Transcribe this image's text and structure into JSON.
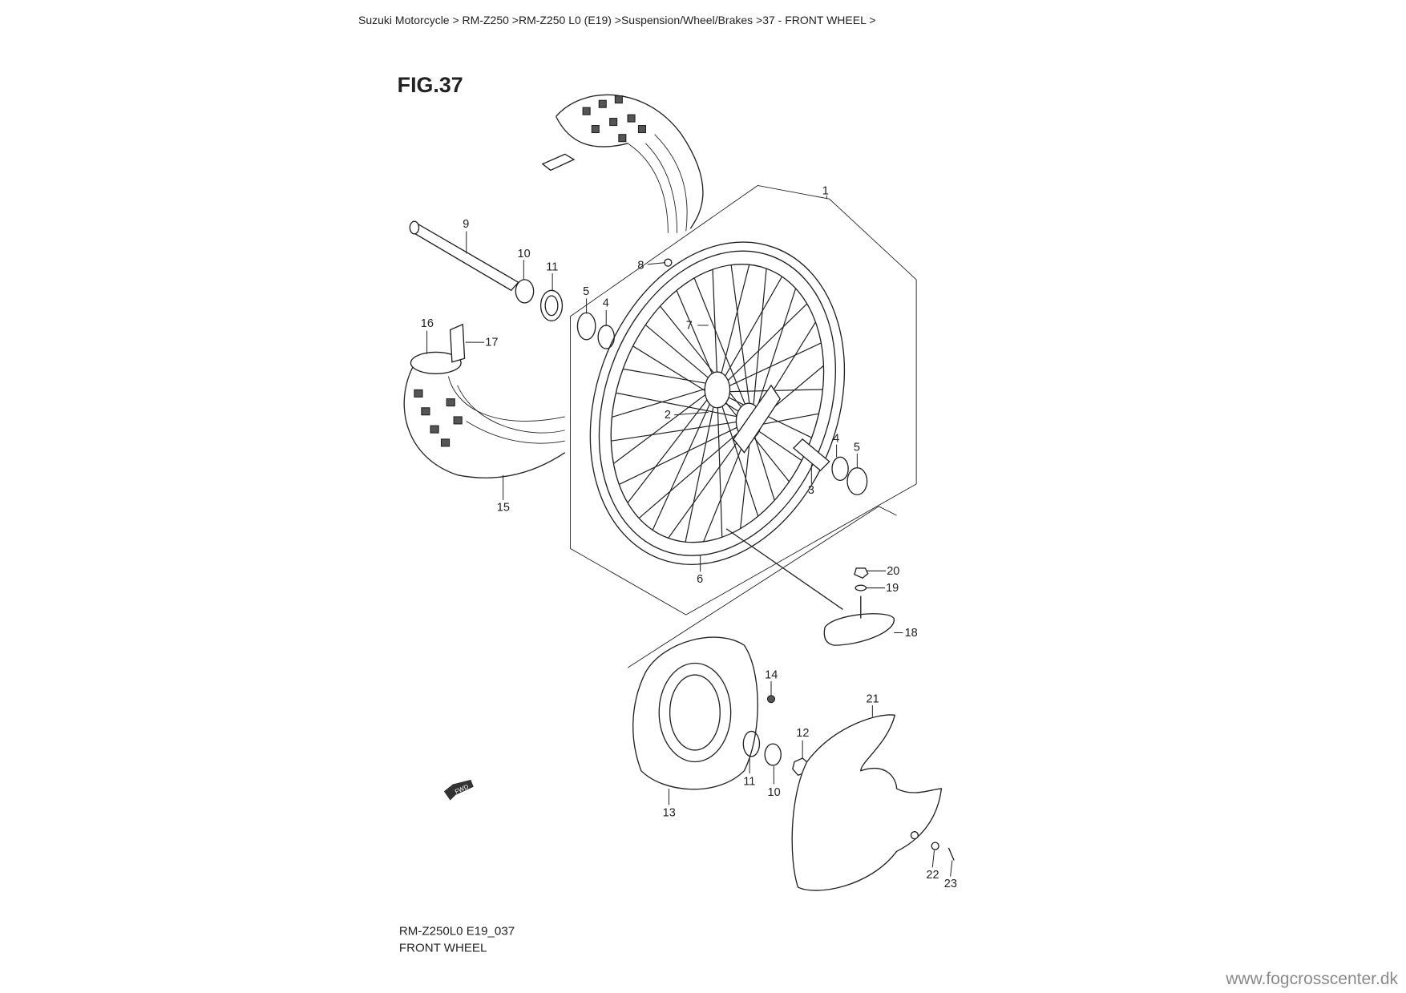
{
  "breadcrumb": "Suzuki Motorcycle > RM-Z250 >RM-Z250 L0 (E19) >Suspension/Wheel/Brakes >37 - FRONT WHEEL >",
  "figure": {
    "title": "FIG.37",
    "code": "RM-Z250L0 E19_037",
    "name": "FRONT WHEEL",
    "fwd_mark": "FWD",
    "callouts": [
      "1",
      "9",
      "10",
      "11",
      "5",
      "4",
      "8",
      "7",
      "16",
      "17",
      "2",
      "4",
      "5",
      "3",
      "15",
      "6",
      "20",
      "19",
      "18",
      "14",
      "21",
      "12",
      "11",
      "10",
      "13",
      "22",
      "23"
    ]
  },
  "watermark": "www.fogcrosscenter.dk"
}
